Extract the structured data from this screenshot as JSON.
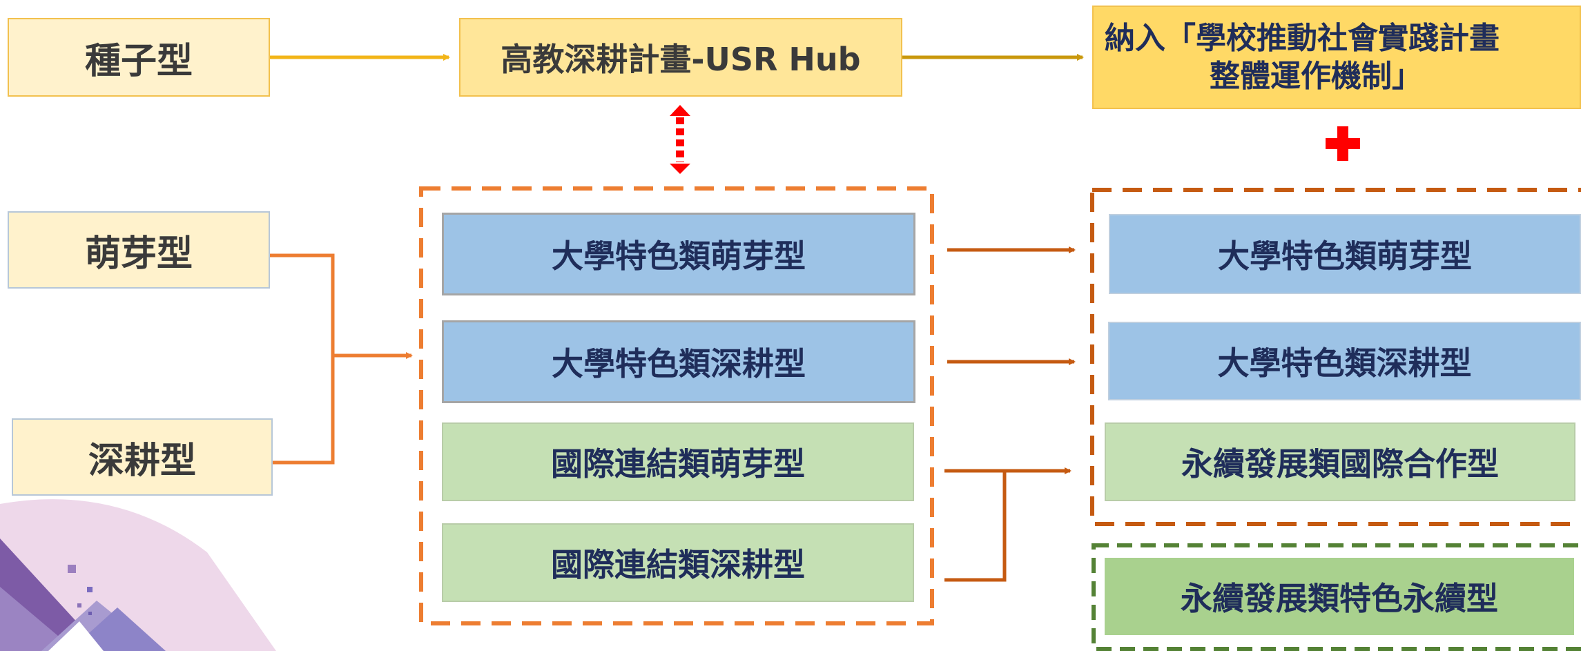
{
  "left": {
    "seed": "種子型",
    "sprout": "萌芽型",
    "deep": "深耕型"
  },
  "center": {
    "hub": "高教深耕計畫-USR Hub",
    "items": [
      "大學特色類萌芽型",
      "大學特色類深耕型",
      "國際連結類萌芽型",
      "國際連結類深耕型"
    ]
  },
  "right": {
    "mechanism_line1": "納入「學校推動社會實踐計畫",
    "mechanism_line2": "整體運作機制」",
    "items": [
      "大學特色類萌芽型",
      "大學特色類深耕型",
      "永續發展類國際合作型"
    ],
    "green_item": "永續發展類特色永續型"
  },
  "colors": {
    "orange": "#ed7d31",
    "dark_orange": "#c55a11",
    "gold": "#f2b518",
    "dark_gold": "#c9980d",
    "red": "#ff0000",
    "green_dash": "#548235"
  }
}
